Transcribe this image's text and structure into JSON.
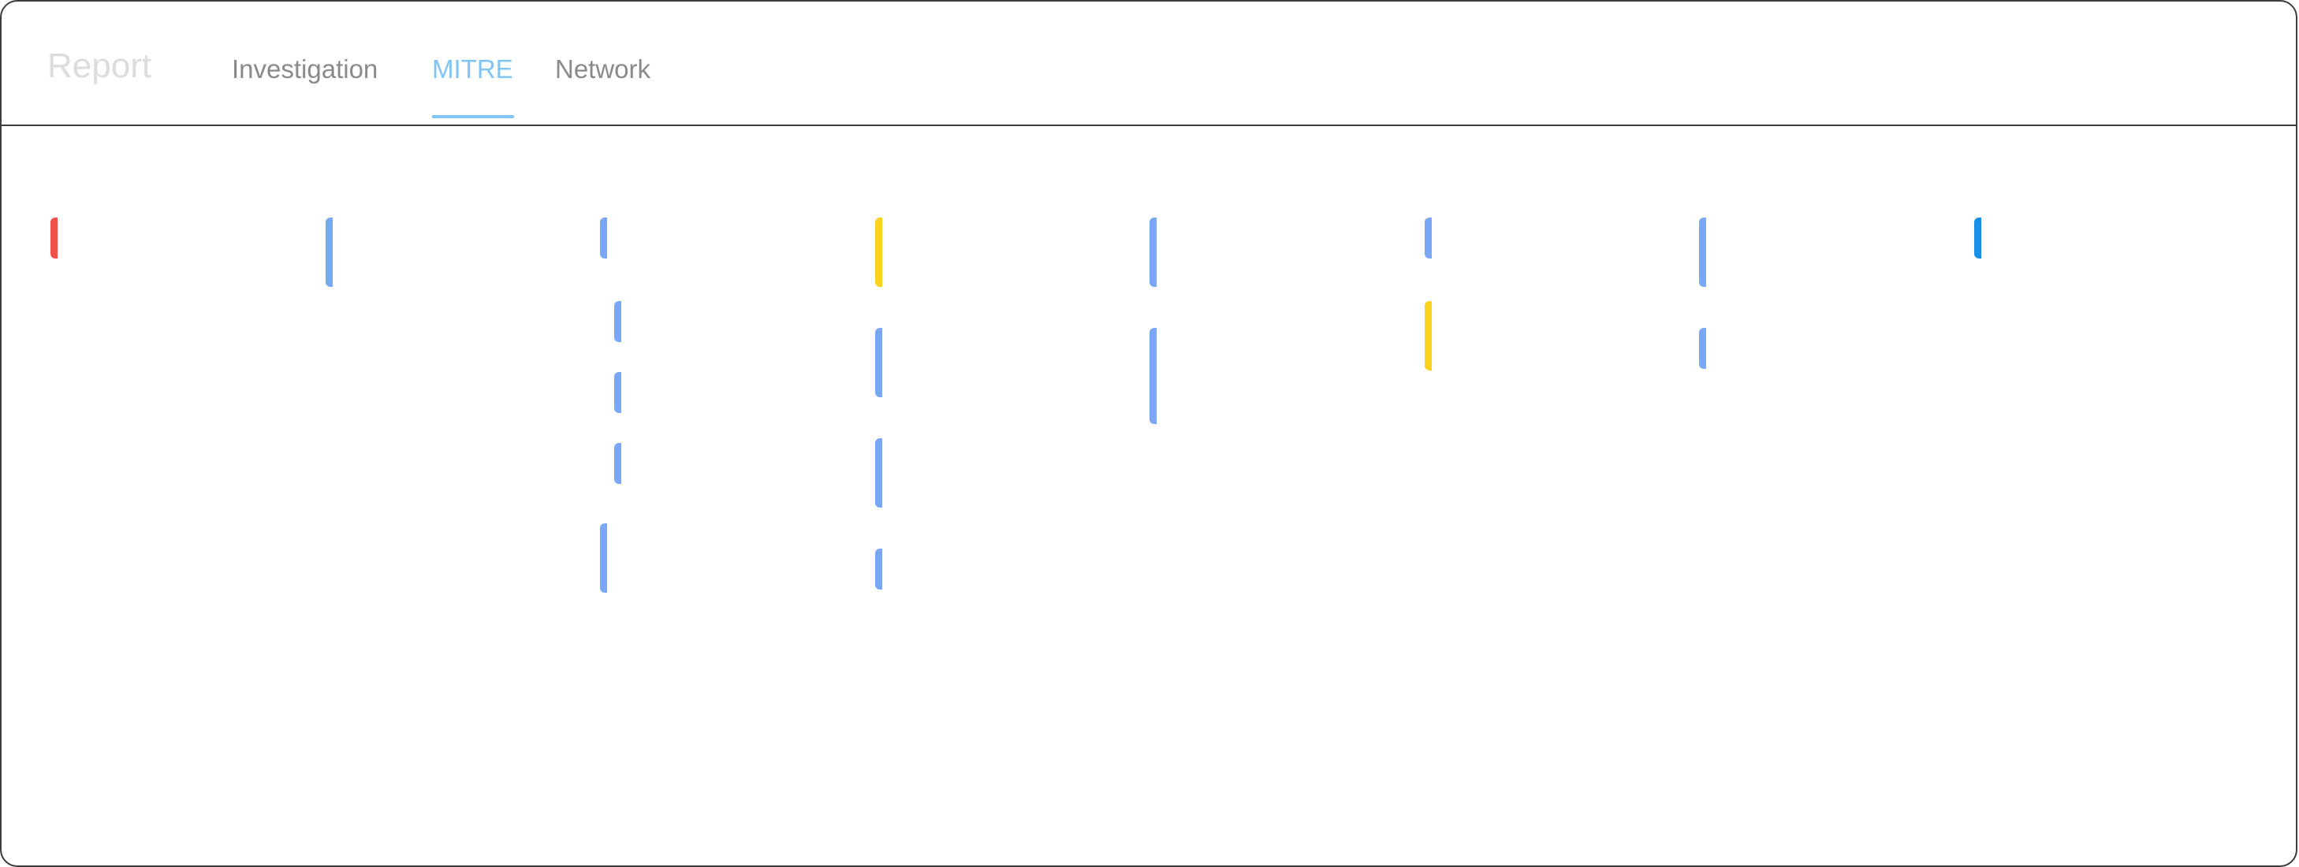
{
  "header": {
    "title": "Report",
    "tabs": [
      {
        "label": "Investigation",
        "active": false
      },
      {
        "label": "MITRE",
        "active": true
      },
      {
        "label": "Network",
        "active": false
      }
    ]
  },
  "colors": {
    "accent": "#81c5f5",
    "technique_default": "#7aa7f5",
    "technique_high": "#f0524a",
    "technique_medium": "#fcd21c",
    "technique_selected": "#1a8fe8",
    "title_muted": "#dcdcdc",
    "tab_inactive": "#8a8a8a"
  },
  "matrix": {
    "columns": [
      {
        "techniques": [
          {
            "severity": "high"
          }
        ]
      },
      {
        "techniques": [
          {
            "severity": "default"
          }
        ]
      },
      {
        "techniques": [
          {
            "severity": "default"
          },
          {
            "severity": "default"
          },
          {
            "severity": "default"
          },
          {
            "severity": "default"
          },
          {
            "severity": "default"
          }
        ]
      },
      {
        "techniques": [
          {
            "severity": "medium"
          },
          {
            "severity": "default"
          },
          {
            "severity": "default"
          },
          {
            "severity": "default"
          }
        ]
      },
      {
        "techniques": [
          {
            "severity": "default"
          },
          {
            "severity": "default"
          }
        ]
      },
      {
        "techniques": [
          {
            "severity": "default"
          },
          {
            "severity": "medium"
          }
        ]
      },
      {
        "techniques": [
          {
            "severity": "default"
          },
          {
            "severity": "default"
          }
        ]
      },
      {
        "techniques": [
          {
            "severity": "selected"
          }
        ]
      }
    ]
  }
}
